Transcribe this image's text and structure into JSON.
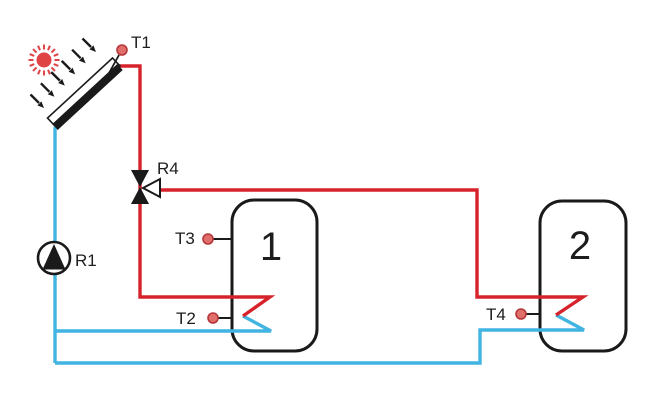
{
  "labels": {
    "collector_sensor": "T1",
    "valve": "R4",
    "pump": "R1",
    "tank1_top_sensor": "T3",
    "tank1_bottom_sensor": "T2",
    "tank1_number": "1",
    "tank2_sensor": "T4",
    "tank2_number": "2"
  },
  "colors": {
    "hot_pipe": "#d6232b",
    "cold_pipe": "#41b4e1",
    "sun": "#e04343",
    "sensor_fill": "#e06e6b",
    "sensor_stroke": "#b5373a",
    "line": "#1a1a1a",
    "text": "#1d1d1d",
    "background": "#ffffff"
  }
}
